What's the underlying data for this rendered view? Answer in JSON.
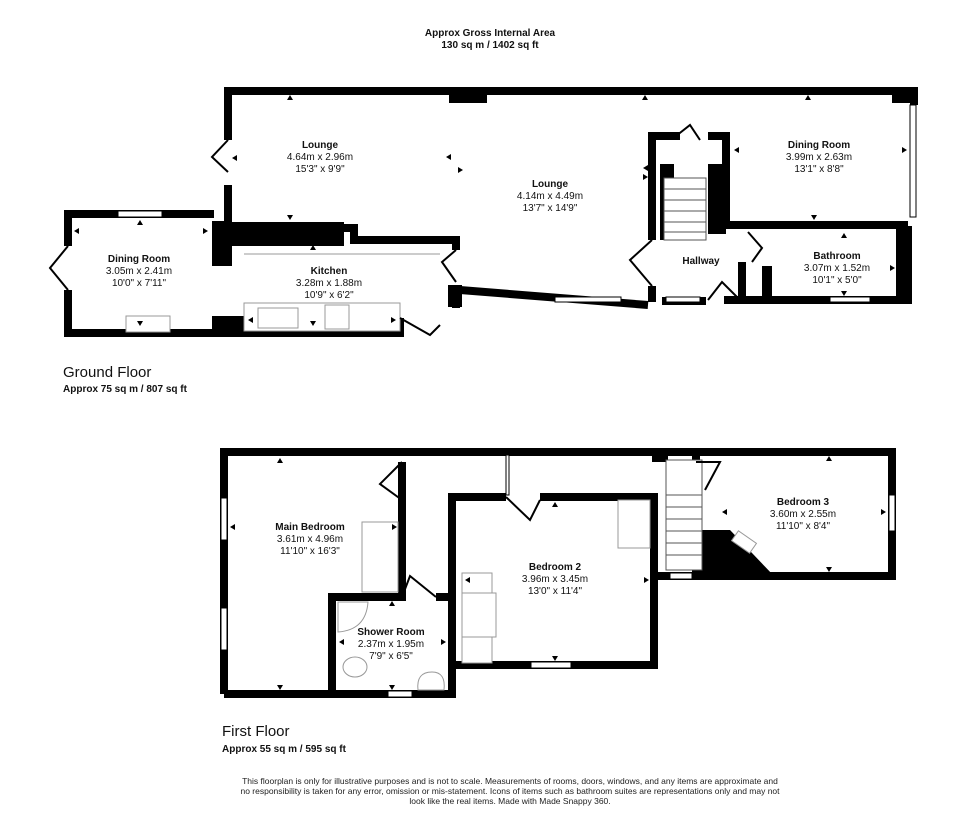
{
  "header": {
    "title": "Approx Gross Internal Area",
    "area": "130 sq m / 1402 sq ft"
  },
  "ground_floor": {
    "label": "Ground Floor",
    "area": "Approx 75 sq m / 807 sq ft",
    "rooms": [
      {
        "name": "Lounge",
        "metric": "4.64m x 2.96m",
        "imperial": "15'3\" x 9'9\""
      },
      {
        "name": "Lounge",
        "metric": "4.14m x 4.49m",
        "imperial": "13'7\" x 14'9\""
      },
      {
        "name": "Dining Room",
        "metric": "3.99m x 2.63m",
        "imperial": "13'1\" x 8'8\""
      },
      {
        "name": "Dining Room",
        "metric": "3.05m x 2.41m",
        "imperial": "10'0\" x 7'11\""
      },
      {
        "name": "Kitchen",
        "metric": "3.28m x 1.88m",
        "imperial": "10'9\" x 6'2\""
      },
      {
        "name": "Hallway",
        "metric": "",
        "imperial": ""
      },
      {
        "name": "Bathroom",
        "metric": "3.07m x 1.52m",
        "imperial": "10'1\" x 5'0\""
      }
    ]
  },
  "first_floor": {
    "label": "First Floor",
    "area": "Approx 55 sq m / 595 sq ft",
    "rooms": [
      {
        "name": "Main Bedroom",
        "metric": "3.61m x 4.96m",
        "imperial": "11'10\" x 16'3\""
      },
      {
        "name": "Shower Room",
        "metric": "2.37m x 1.95m",
        "imperial": "7'9\" x 6'5\""
      },
      {
        "name": "Bedroom 2",
        "metric": "3.96m x 3.45m",
        "imperial": "13'0\" x 11'4\""
      },
      {
        "name": "Bedroom 3",
        "metric": "3.60m x 2.55m",
        "imperial": "11'10\" x 8'4\""
      }
    ]
  },
  "disclaimer": "This floorplan is only for illustrative purposes and is not to scale. Measurements of rooms, doors, windows, and any items are approximate and no responsibility is taken for any error, omission or mis-statement. Icons of items such as bathroom suites are representations only and may not look like the real items. Made with Made Snappy 360."
}
